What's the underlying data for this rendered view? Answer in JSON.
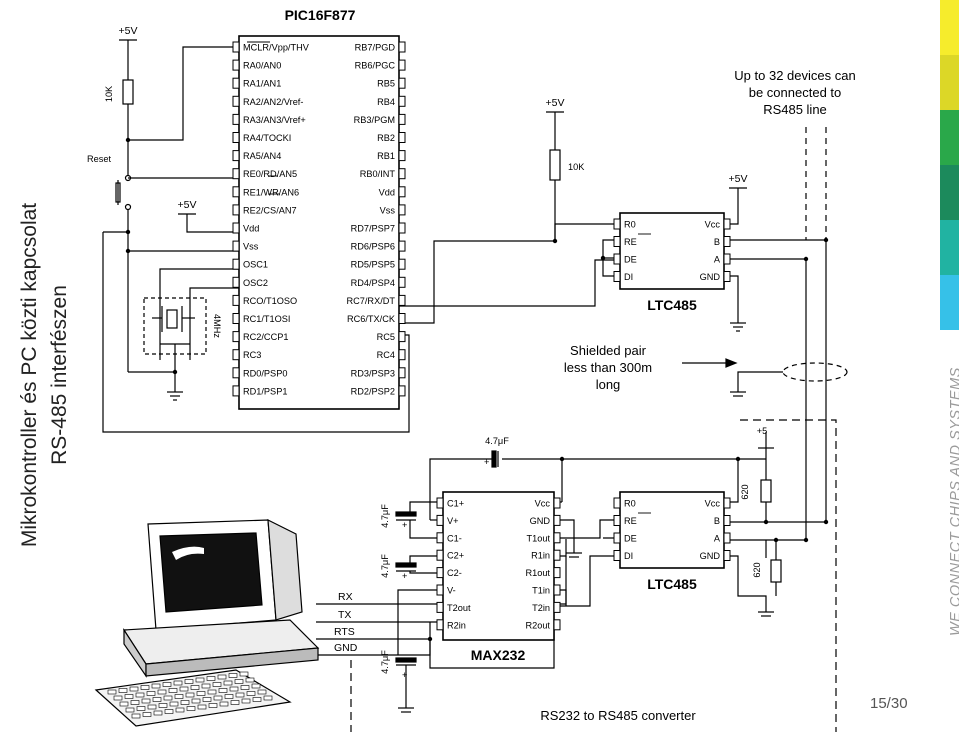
{
  "slide": {
    "title_line1": "Mikrokontroller és PC közti kapcsolat",
    "title_line2": "RS-485 interfészen",
    "tagline": "WE CONNECT CHIPS AND SYSTEMS",
    "page": "15/30",
    "stripe_colors": [
      "#f6ec2c",
      "#dcd727",
      "#2aa84a",
      "#1c8a5c",
      "#21b3a2",
      "#36c1e8"
    ]
  },
  "pic": {
    "name": "PIC16F877",
    "left_pins": [
      "MCLR/Vpp/THV",
      "RA0/AN0",
      "RA1/AN1",
      "RA2/AN2/Vref-",
      "RA3/AN3/Vref+",
      "RA4/TOCKI",
      "RA5/AN4",
      "RE0/RD/AN5",
      "RE1/WR/AN6",
      "RE2/CS/AN7",
      "Vdd",
      "Vss",
      "OSC1",
      "OSC2",
      "RCO/T1OSO",
      "RC1/T1OSI",
      "RC2/CCP1",
      "RC3",
      "RD0/PSP0",
      "RD1/PSP1"
    ],
    "right_pins": [
      "RB7/PGD",
      "RB6/PGC",
      "RB5",
      "RB4",
      "RB3/PGM",
      "RB2",
      "RB1",
      "RB0/INT",
      "Vdd",
      "Vss",
      "RD7/PSP7",
      "RD6/PSP6",
      "RD5/PSP5",
      "RD4/PSP4",
      "RC7/RX/DT",
      "RC6/TX/CK",
      "RC5",
      "RC4",
      "RD3/PSP3",
      "RD2/PSP2"
    ]
  },
  "labels": {
    "v5_top": "+5V",
    "r_10k_left": "10K",
    "reset": "Reset",
    "v5_vdd": "+5V",
    "crystal": "4MHz",
    "v5_mid": "+5V",
    "r_10k_mid": "10K",
    "v5_ltc": "+5V",
    "up_to_32": [
      "Up to 32 devices can",
      "be connected to",
      "RS485 line"
    ],
    "shielded": [
      "Shielded pair",
      "less than 300m",
      "long"
    ],
    "c_top": "4.7μF",
    "c_left1": "4.7μF",
    "c_left2": "4.7μF",
    "c_bottom": "4.7μF",
    "v5_small": "+5",
    "r620_a": "620",
    "r620_b": "620",
    "rx": "RX",
    "tx": "TX",
    "rts": "RTS",
    "gnd": "GND",
    "converter": "RS232 to RS485 converter"
  },
  "ltc": {
    "name": "LTC485",
    "left_pins": [
      "R0",
      "RE",
      "DE",
      "DI"
    ],
    "right_pins": [
      "Vcc",
      "B",
      "A",
      "GND"
    ]
  },
  "max232": {
    "name": "MAX232",
    "left_pins": [
      "C1+",
      "V+",
      "C1-",
      "C2+",
      "C2-",
      "V-",
      "T2out",
      "R2in"
    ],
    "right_pins": [
      "Vcc",
      "GND",
      "T1out",
      "R1in",
      "R1out",
      "T1in",
      "T2in",
      "R2out"
    ]
  }
}
